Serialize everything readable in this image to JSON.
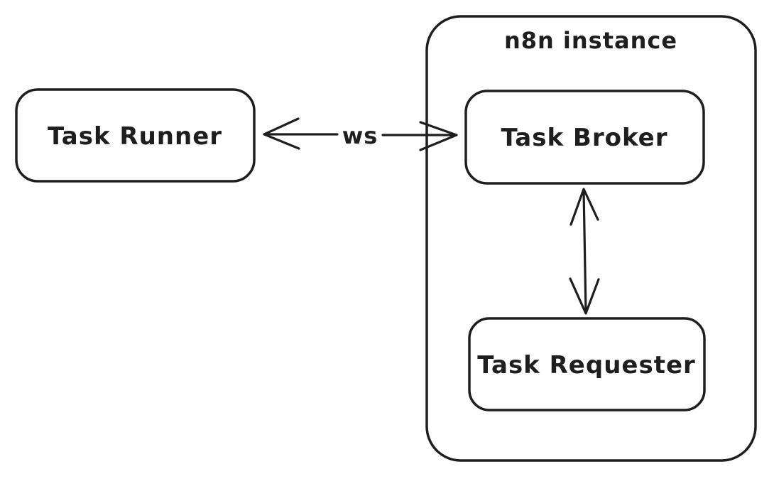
{
  "diagram": {
    "background_color": "#ffffff",
    "stroke_color": "#1e1e1e",
    "container": {
      "label": "n8n instance"
    },
    "nodes": {
      "task_runner": {
        "label": "Task Runner"
      },
      "task_broker": {
        "label": "Task Broker"
      },
      "task_requester": {
        "label": "Task Requester"
      }
    },
    "edges": {
      "runner_broker": {
        "label": "ws",
        "from": "Task Runner",
        "to": "Task Broker",
        "direction": "bidirectional"
      },
      "broker_requester": {
        "from": "Task Broker",
        "to": "Task Requester",
        "direction": "bidirectional"
      }
    }
  }
}
